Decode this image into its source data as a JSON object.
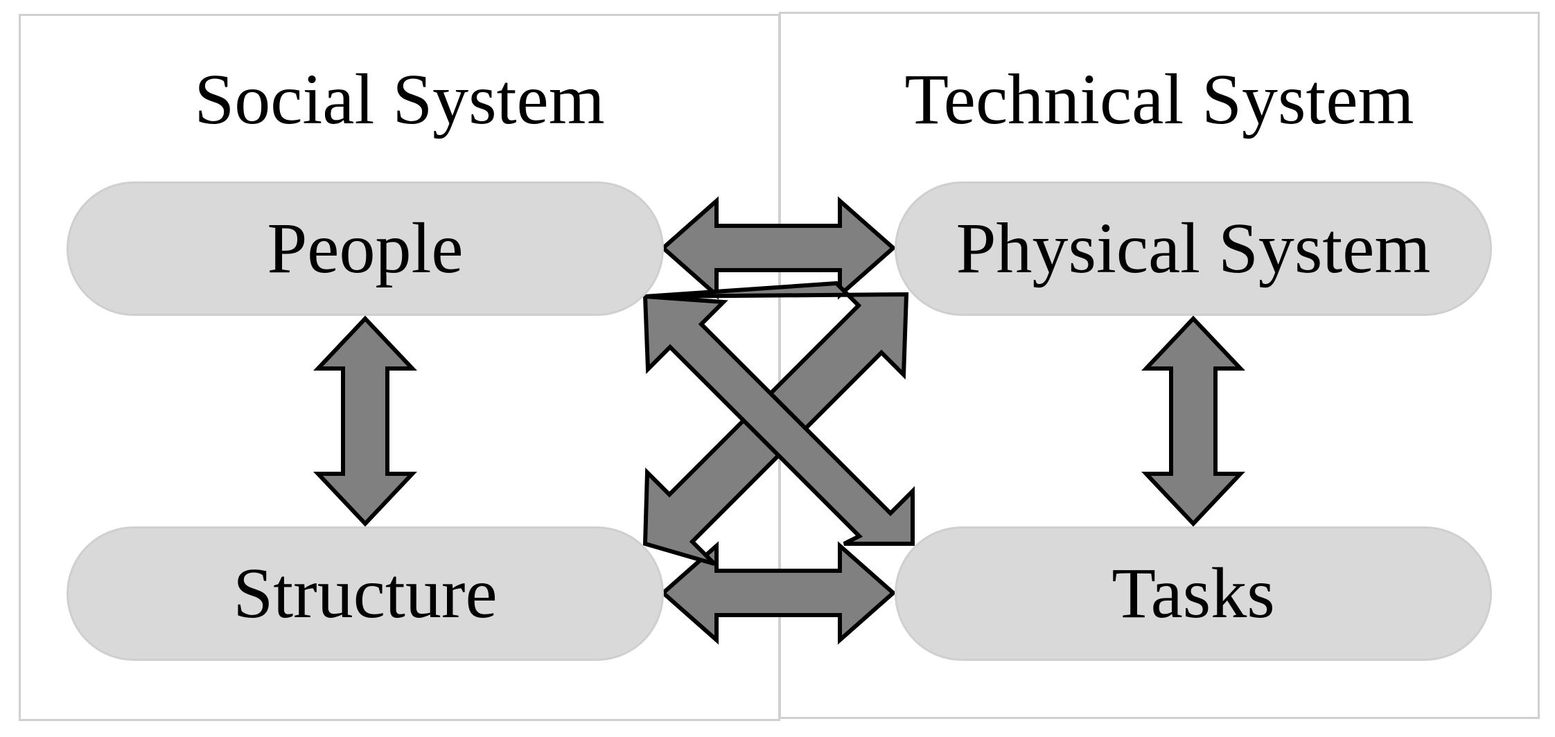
{
  "social_system": {
    "title": "Social System",
    "nodes": {
      "people": "People",
      "structure": "Structure"
    }
  },
  "technical_system": {
    "title": "Technical System",
    "nodes": {
      "physical_system": "Physical System",
      "tasks": "Tasks"
    }
  },
  "colors": {
    "node_fill": "#d9d9d9",
    "arrow_fill": "#808080",
    "arrow_outline": "#000000",
    "panel_border": "#d0d0d0"
  },
  "connections": [
    {
      "from": "People",
      "to": "Physical System",
      "direction": "bidirectional"
    },
    {
      "from": "Structure",
      "to": "Tasks",
      "direction": "bidirectional"
    },
    {
      "from": "People",
      "to": "Structure",
      "direction": "bidirectional"
    },
    {
      "from": "Physical System",
      "to": "Tasks",
      "direction": "bidirectional"
    },
    {
      "from": "People",
      "to": "Tasks",
      "direction": "bidirectional"
    },
    {
      "from": "Structure",
      "to": "Physical System",
      "direction": "bidirectional"
    }
  ]
}
